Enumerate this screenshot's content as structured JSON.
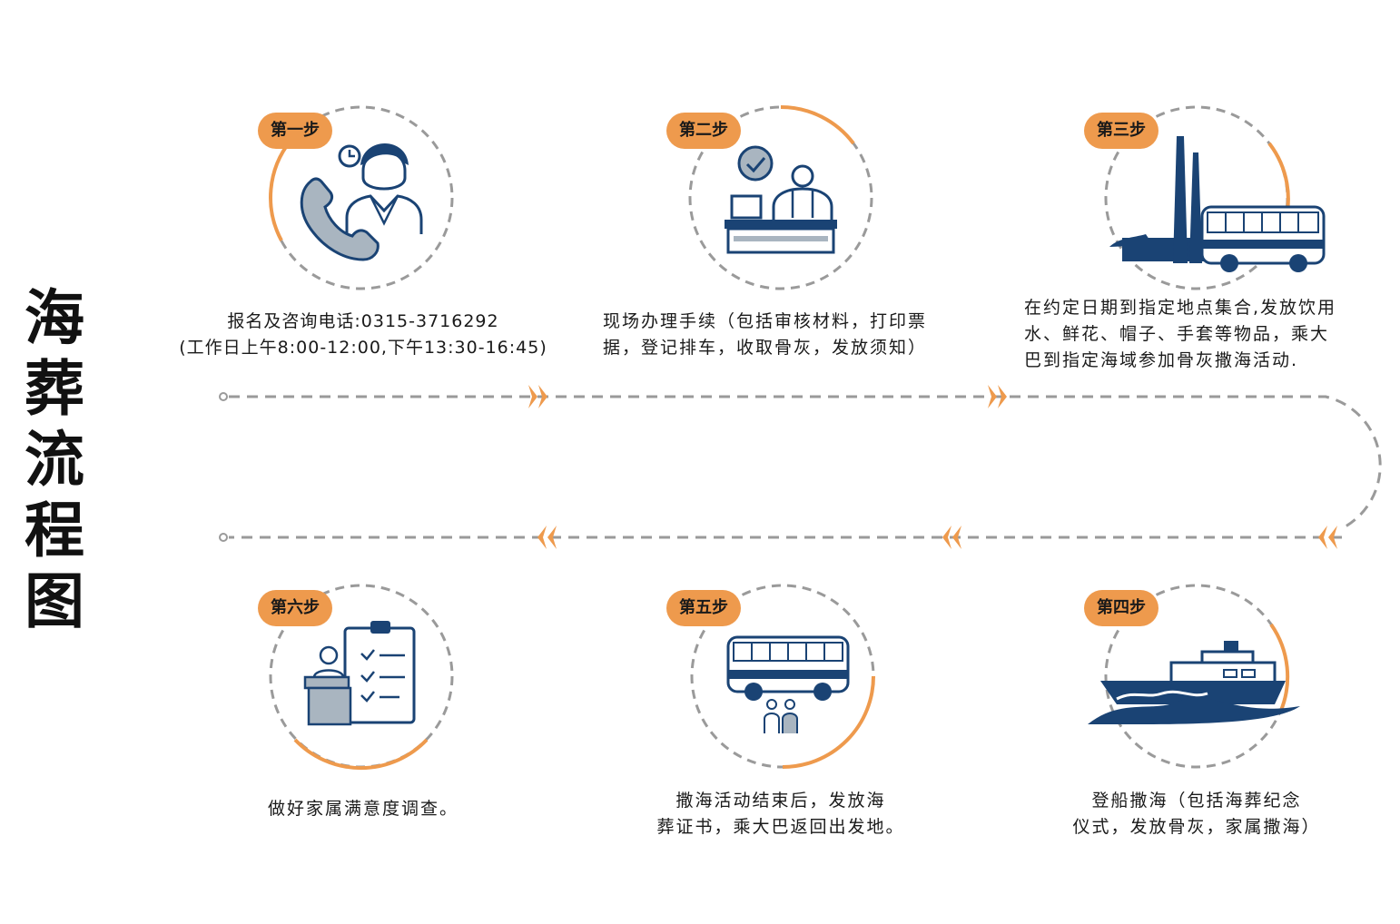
{
  "title": [
    "海",
    "葬",
    "流",
    "程",
    "图"
  ],
  "colors": {
    "accent": "#EE9A4D",
    "navy": "#1A4374",
    "gray_blue": "#A9B5C0",
    "dash": "#9a9a9a"
  },
  "steps": [
    {
      "label": "第一步",
      "icon": "phone-consultant-icon",
      "lines": [
        "报名及咨询电话:0315-3716292",
        "(工作日上午8:00-12:00,下午13:30-16:45)"
      ]
    },
    {
      "label": "第二步",
      "icon": "registration-desk-icon",
      "lines": [
        "现场办理手续（包括审核材料，打印票",
        "据，登记排车，收取骨灰，发放须知）"
      ]
    },
    {
      "label": "第三步",
      "icon": "bus-at-port-icon",
      "lines": [
        "在约定日期到指定地点集合,发放饮用",
        "水、鲜花、帽子、手套等物品，乘大",
        "巴到指定海域参加骨灰撒海活动."
      ]
    },
    {
      "label": "第四步",
      "icon": "ship-on-waves-icon",
      "lines": [
        "登船撒海（包括海葬纪念",
        "仪式，发放骨灰，家属撒海）"
      ]
    },
    {
      "label": "第五步",
      "icon": "bus-passengers-icon",
      "lines": [
        "撒海活动结束后，发放海",
        "葬证书，乘大巴返回出发地。"
      ]
    },
    {
      "label": "第六步",
      "icon": "survey-clipboard-icon",
      "lines": [
        "做好家属满意度调查。"
      ]
    }
  ]
}
